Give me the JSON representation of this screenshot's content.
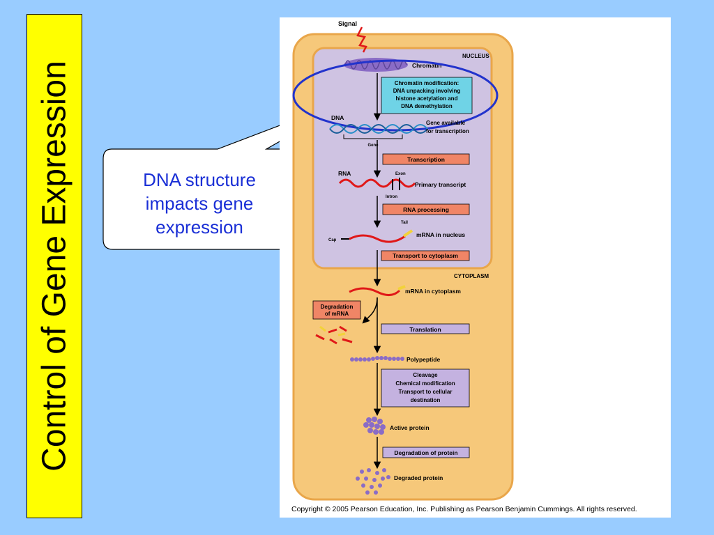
{
  "slide": {
    "title": "Control of Gene Expression",
    "callout": "DNA structure impacts gene expression",
    "copyright": "Copyright © 2005 Pearson Education, Inc. Publishing as Pearson Benjamin Cummings. All rights reserved."
  },
  "colors": {
    "background": "#99ccff",
    "title_bar": "#ffff00",
    "cell": "#f6c87a",
    "nucleus": "#cfc3e2",
    "highlight_ellipse": "#2233cc",
    "cyan_box": "#6fd3e6",
    "salmon_box": "#f08566",
    "purple_box": "#c4b2e0",
    "rna_red": "#e01818",
    "tail_yellow": "#f2d23a",
    "bead_purple": "#8a6cc6"
  },
  "diagram": {
    "signal": "Signal",
    "nucleus": "NUCLEUS",
    "chromatin": "Chromatin",
    "chromatin_mod": [
      "Chromatin modification:",
      "DNA unpacking involving",
      "histone acetylation and",
      "DNA demethylation"
    ],
    "dna": "DNA",
    "gene_available": [
      "Gene available",
      "for transcription"
    ],
    "gene": "Gene",
    "transcription": "Transcription",
    "rna": "RNA",
    "exon": "Exon",
    "intron": "Intron",
    "primary_transcript": "Primary transcript",
    "rna_processing": "RNA processing",
    "tail": "Tail",
    "cap": "Cap",
    "mrna_nucleus": "mRNA in nucleus",
    "transport": "Transport to cytoplasm",
    "cytoplasm": "CYTOPLASM",
    "mrna_cytoplasm": "mRNA in cytoplasm",
    "degradation_mrna": [
      "Degradation",
      "of mRNA"
    ],
    "translation": "Translation",
    "polypeptide": "Polypeptide",
    "processing": [
      "Cleavage",
      "Chemical modification",
      "Transport to cellular",
      "destination"
    ],
    "active_protein": "Active protein",
    "degradation_protein": "Degradation of protein",
    "degraded_protein": "Degraded protein"
  }
}
